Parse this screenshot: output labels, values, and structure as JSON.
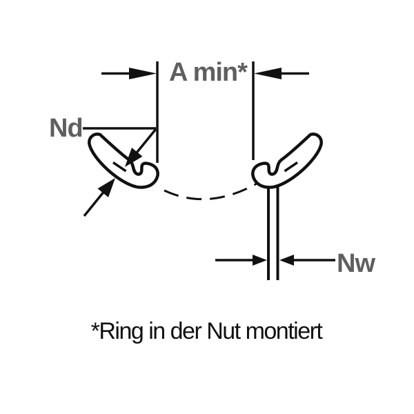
{
  "diagram": {
    "labels": {
      "a_min": "A min*",
      "nd": "Nd",
      "nw": "Nw"
    },
    "caption": "*Ring in der Nut montiert",
    "colors": {
      "line": "#111111",
      "dimension_label": "#5f5f5f",
      "caption": "#111111",
      "background": "#ffffff"
    }
  }
}
